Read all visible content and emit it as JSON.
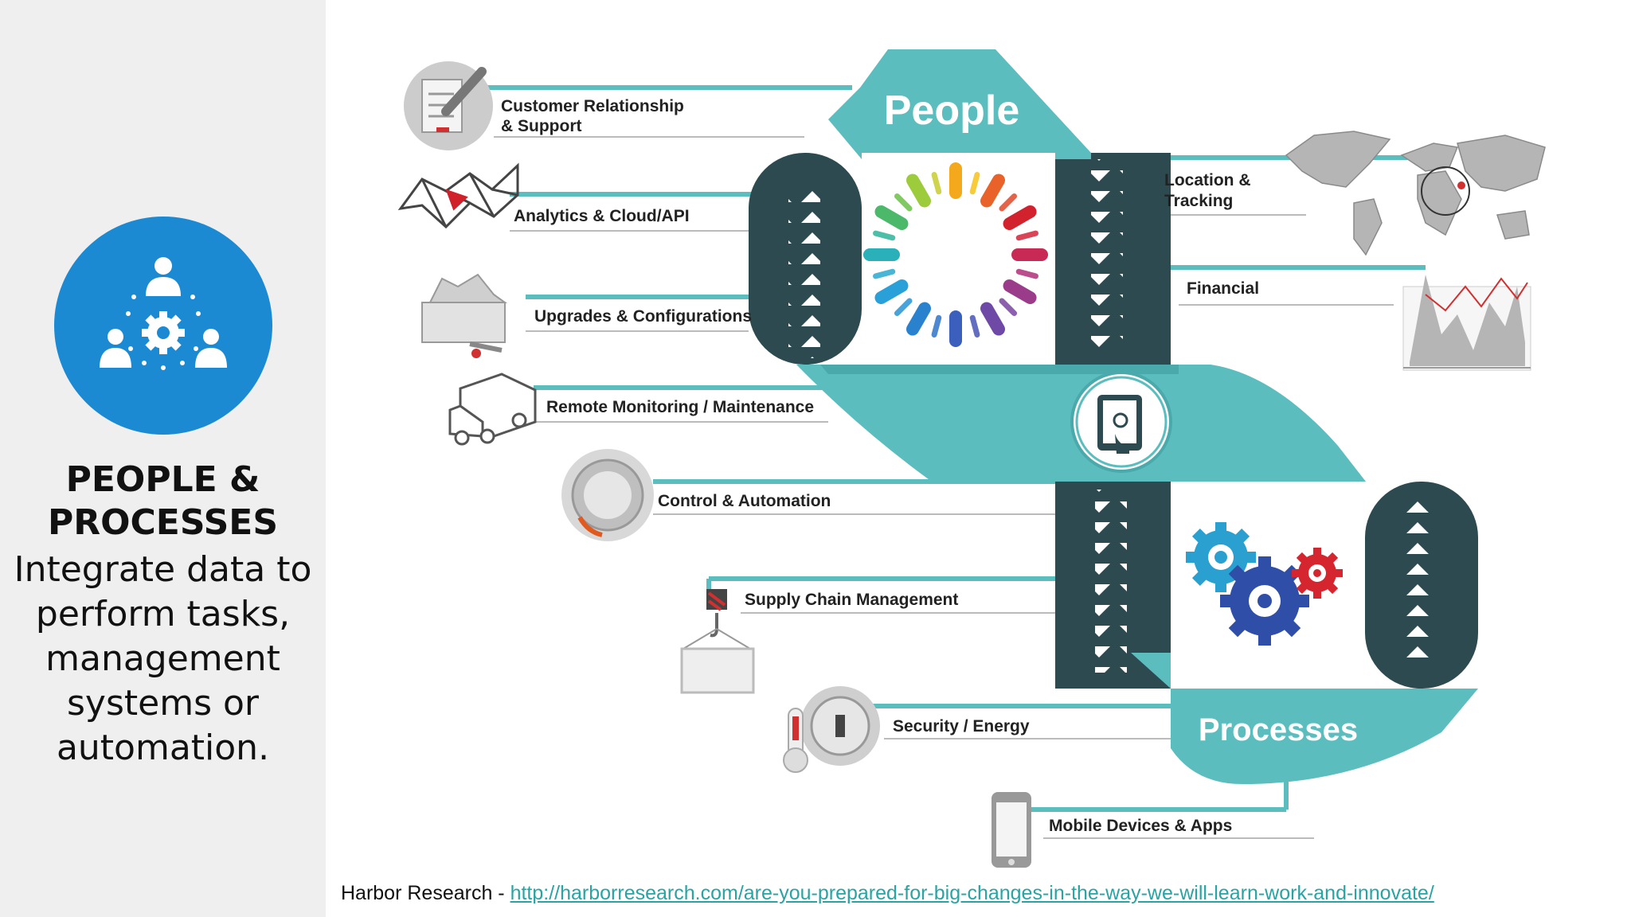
{
  "sidebar": {
    "badge_icon": "people-gear-icon",
    "accent_color": "#1b8ad3",
    "title_line1": "PEOPLE &",
    "title_line2": "PROCESSES",
    "desc_lines": [
      "Integrate data to",
      "perform tasks,",
      "management",
      "systems or",
      "automation."
    ]
  },
  "diagram": {
    "ribbon_color": "#5cbdbf",
    "ribbon_dark": "#2c4a4f",
    "people_label": "People",
    "processes_label": "Processes",
    "left_items": [
      {
        "label_lines": [
          "Customer Relationship",
          "& Support"
        ],
        "icon": "clipboard-pen-icon"
      },
      {
        "label_lines": [
          "Analytics & Cloud/API"
        ],
        "icon": "wireframe-polygon-icon"
      },
      {
        "label_lines": [
          "Upgrades & Configurations"
        ],
        "icon": "toolbox-icon"
      },
      {
        "label_lines": [
          "Remote Monitoring / Maintenance"
        ],
        "icon": "truck-icon"
      },
      {
        "label_lines": [
          "Control & Automation"
        ],
        "icon": "dial-knob-icon"
      },
      {
        "label_lines": [
          "Supply Chain Management"
        ],
        "icon": "crane-hook-crate-icon"
      },
      {
        "label_lines": [
          "Security / Energy"
        ],
        "icon": "lock-thermometer-icon"
      },
      {
        "label_lines": [
          "Mobile Devices & Apps"
        ],
        "icon": "smartphone-icon"
      }
    ],
    "right_items": [
      {
        "label_lines": [
          "Location &",
          "Tracking"
        ],
        "icon": "world-map-icon"
      },
      {
        "label_lines": [
          "Financial"
        ],
        "icon": "stock-chart-icon"
      }
    ],
    "center_icons": [
      "people-circle-icon",
      "tablet-touch-icon",
      "gears-icon"
    ]
  },
  "caption": {
    "prefix": "Harbor Research - ",
    "link": "http://harborresearch.com/are-you-prepared-for-big-changes-in-the-way-we-will-learn-work-and-innovate/"
  }
}
